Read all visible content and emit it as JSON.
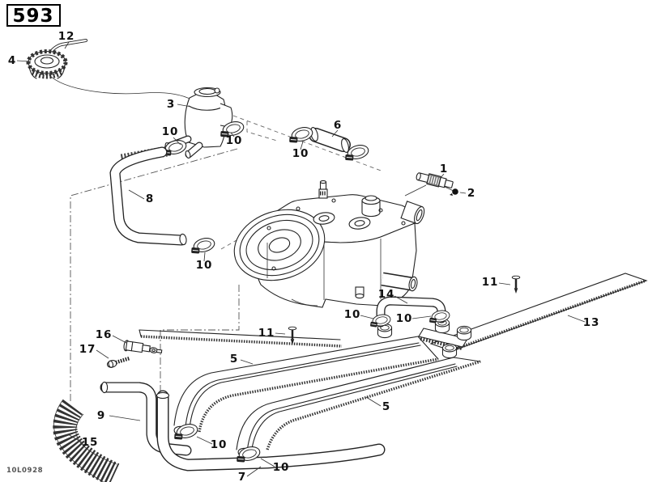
{
  "meta": {
    "title_code": "593",
    "doc_code": "10L0928"
  },
  "colors": {
    "background": "#ffffff",
    "line": "#222222",
    "label": "#111111"
  },
  "callouts": [
    {
      "num": "12"
    },
    {
      "num": "4"
    },
    {
      "num": "3"
    },
    {
      "num": "10"
    },
    {
      "num": "10"
    },
    {
      "num": "6"
    },
    {
      "num": "10"
    },
    {
      "num": "1"
    },
    {
      "num": "2"
    },
    {
      "num": "8"
    },
    {
      "num": "10"
    },
    {
      "num": "11"
    },
    {
      "num": "14"
    },
    {
      "num": "10"
    },
    {
      "num": "10"
    },
    {
      "num": "13"
    },
    {
      "num": "11"
    },
    {
      "num": "16"
    },
    {
      "num": "17"
    },
    {
      "num": "5"
    },
    {
      "num": "9"
    },
    {
      "num": "15"
    },
    {
      "num": "5"
    },
    {
      "num": "10"
    },
    {
      "num": "10"
    },
    {
      "num": "7"
    }
  ]
}
